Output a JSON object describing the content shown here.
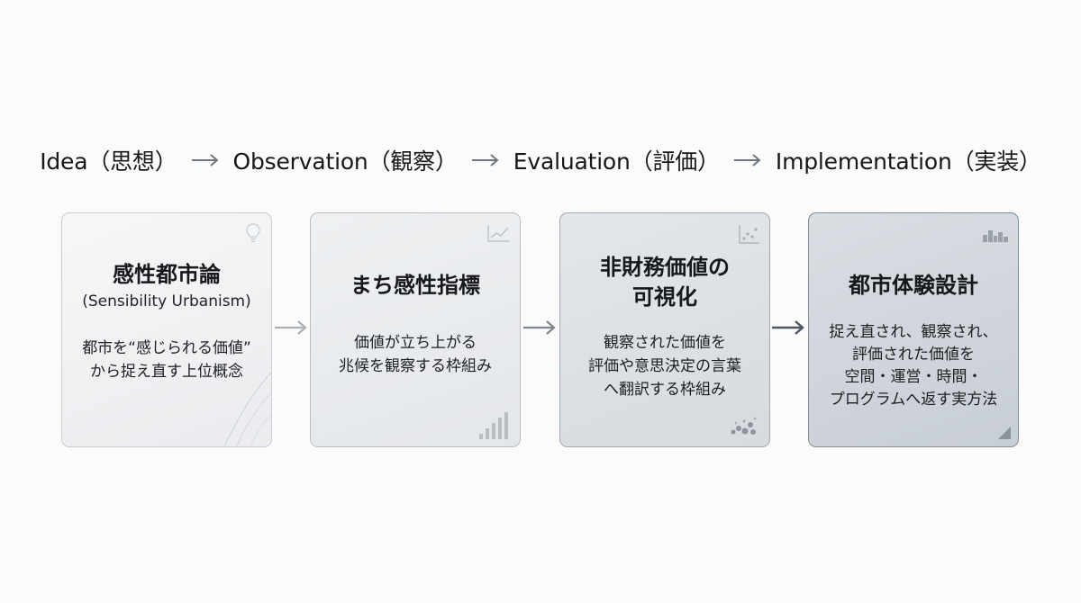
{
  "flow": {
    "steps": [
      "Idea（思想）",
      "Observation（観察）",
      "Evaluation（評価）",
      "Implementation（実装）"
    ],
    "arrow_color": "#6e7780"
  },
  "cards": [
    {
      "title": "感性都市論",
      "subtitle": "(Sensibility Urbanism)",
      "description": "都市を“感じられる価値”\nから捉え直す上位概念",
      "icon": "lightbulb-icon"
    },
    {
      "title": "まち感性指標",
      "description": "価値が立ち上がる\n兆候を観察する枠組み",
      "icon": "line-chart-icon"
    },
    {
      "title": "非財務価値の\n可視化",
      "description": "観察された価値を\n評価や意思決定の言葉\nへ翻訳する枠組み",
      "icon": "scatter-plot-icon"
    },
    {
      "title": "都市体験設計",
      "description": "捉え直され、観察され、\n評価された価値を\n空間・運営・時間・\nプログラムへ返す実方法",
      "icon": "city-skyline-icon"
    }
  ],
  "colors": {
    "connector_light": "#aab0b6",
    "connector_mid": "#7f8890",
    "connector_dark": "#4e5862"
  }
}
